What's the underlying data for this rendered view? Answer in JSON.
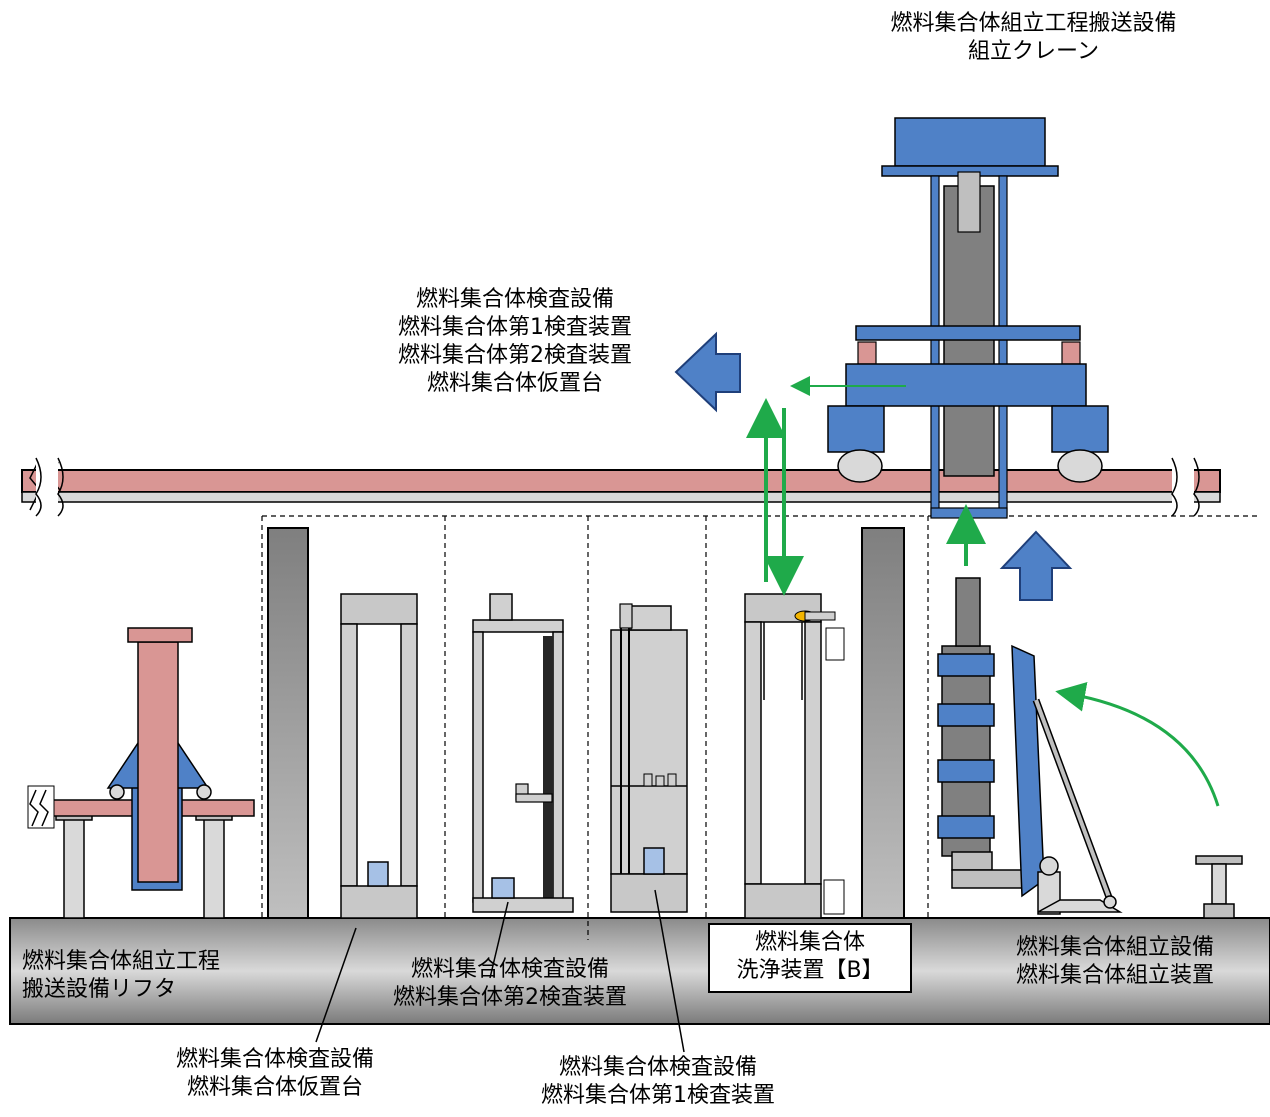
{
  "labels": {
    "crane": [
      "燃料集合体組立工程搬送設備",
      "組立クレーン"
    ],
    "inspection_dest": [
      "燃料集合体検査設備",
      "燃料集合体第1検査装置",
      "燃料集合体第2検査装置",
      "燃料集合体仮置台"
    ],
    "lifter": [
      "燃料集合体組立工程",
      "搬送設備リフタ"
    ],
    "second_inspection": [
      "燃料集合体検査設備",
      "燃料集合体第2検査装置"
    ],
    "cleaning": [
      "燃料集合体",
      "洗浄装置【B】"
    ],
    "assembly": [
      "燃料集合体組立設備",
      "燃料集合体組立装置"
    ],
    "temp_stand": [
      "燃料集合体検査設備",
      "燃料集合体仮置台"
    ],
    "first_inspection": [
      "燃料集合体検査設備",
      "燃料集合体第1検査装置"
    ]
  },
  "colors": {
    "equipment_blue": "#4f81c7",
    "rail_red": "#d99694",
    "arrow_green": "#1faa4a",
    "frame_gray": "#c8c8c8",
    "floor_dark": "#808080"
  }
}
